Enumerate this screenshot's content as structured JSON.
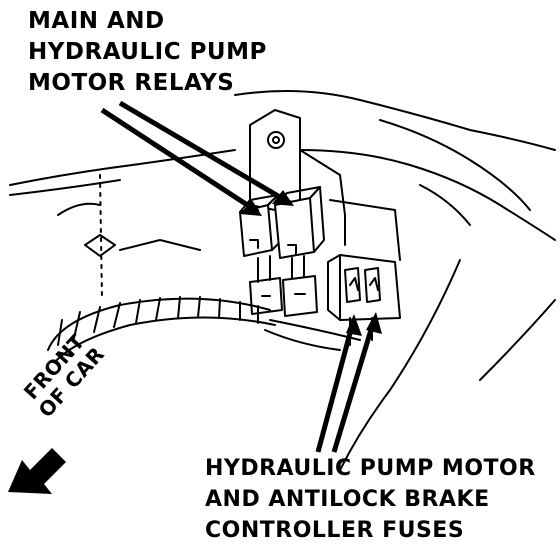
{
  "labels": {
    "relays": [
      "MAIN AND",
      "HYDRAULIC PUMP",
      "MOTOR RELAYS"
    ],
    "fuses": [
      "HYDRAULIC PUMP MOTOR",
      "AND ANTILOCK BRAKE",
      "CONTROLLER FUSES"
    ],
    "front": [
      "FRONT",
      "OF CAR"
    ]
  },
  "colors": {
    "ink": "#000000",
    "paper": "#ffffff"
  }
}
